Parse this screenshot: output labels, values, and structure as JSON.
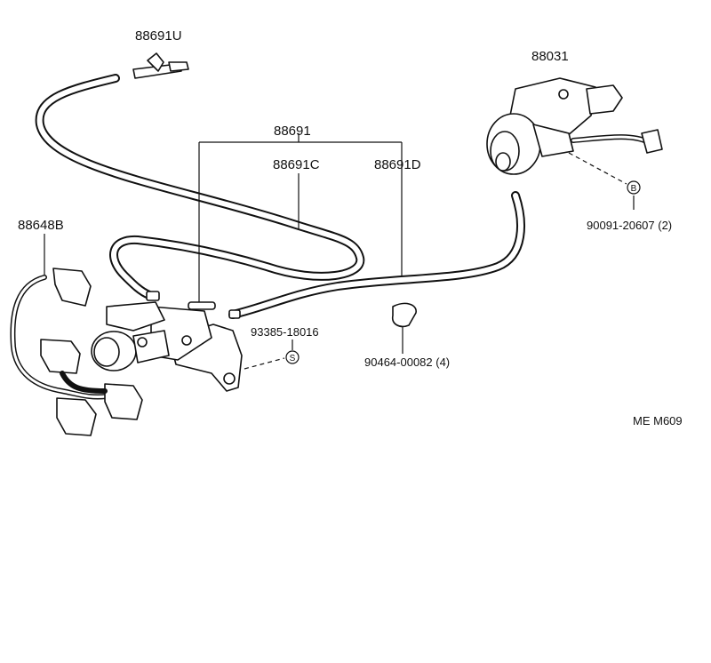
{
  "labels": {
    "tee_joint": "88691U",
    "vacuum_modulator": "88031",
    "hose_group": "88691",
    "hose_c": "88691C",
    "hose_d": "88691D",
    "wire_harness": "88648B",
    "screw_part": "93385-18016",
    "bolt_part": "90091-20607 (2)",
    "clip_part": "90464-00082 (4)",
    "diagram_code": "ME M609"
  },
  "markers": {
    "s_marker": "S",
    "b_marker": "B"
  }
}
